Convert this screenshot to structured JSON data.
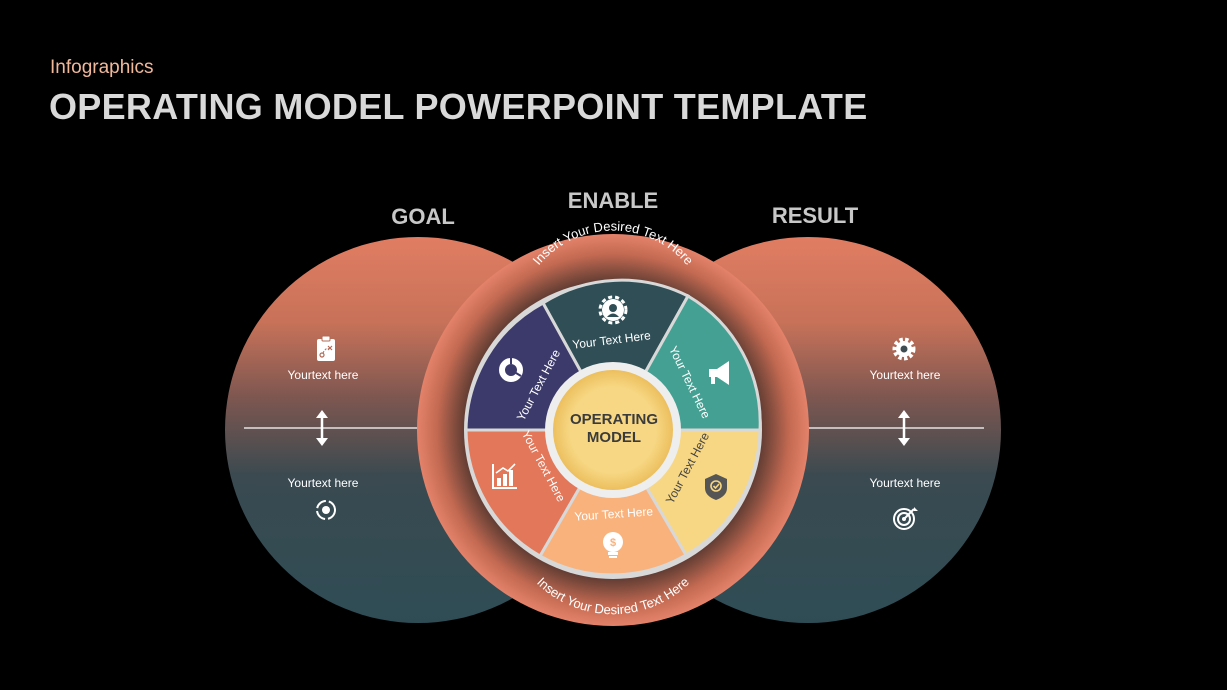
{
  "header": {
    "subtitle": "Infographics",
    "title": "OPERATING MODEL POWERPOINT TEMPLATE"
  },
  "labels": {
    "goal": "GOAL",
    "enable": "ENABLE",
    "result": "RESULT"
  },
  "goal": {
    "top_text": "Yourtext here",
    "top_icon": "clipboard-strategy-icon",
    "bottom_text": "Yourtext here",
    "bottom_icon": "cycle-icon"
  },
  "result": {
    "top_text": "Yourtext here",
    "top_icon": "gear-icon",
    "bottom_text": "Yourtext here",
    "bottom_icon": "target-icon"
  },
  "ring": {
    "top_text": "Insert Your Desired Text Here",
    "bottom_text": "Insert Your Desired Text Here"
  },
  "center": {
    "line1": "OPERATING",
    "line2": "MODEL"
  },
  "segments": [
    {
      "text": "Your Text Here",
      "color": "#2f4e56",
      "icon": "user-gear-icon"
    },
    {
      "text": "Your Text Here",
      "color": "#44a092",
      "icon": "megaphone-icon"
    },
    {
      "text": "Your Text Here",
      "color": "#f7d783",
      "icon": "shield-check-icon"
    },
    {
      "text": "Your Text Here",
      "color": "#f9b27c",
      "icon": "lightbulb-dollar-icon"
    },
    {
      "text": "Your Text Here",
      "color": "#e2775a",
      "icon": "bar-chart-icon"
    },
    {
      "text": "Your Text Here",
      "color": "#3b3a6b",
      "icon": "donut-chart-icon"
    }
  ],
  "colors": {
    "coral": "#e07d62",
    "slate": "#2f4c55",
    "center": "#f7d783"
  }
}
